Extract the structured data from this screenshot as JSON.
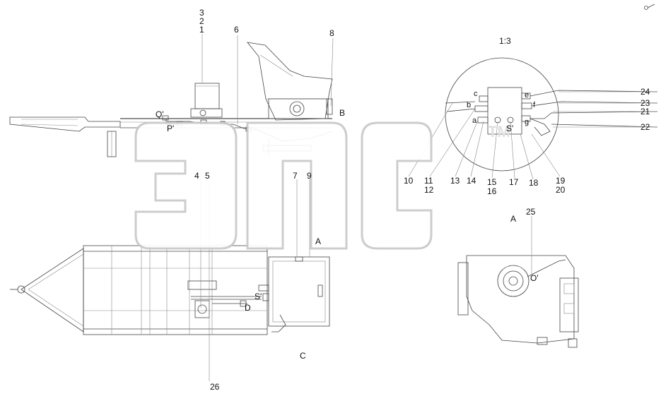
{
  "view_scale": "1:3",
  "callouts": {
    "c1": "1",
    "c2": "2",
    "c3": "3",
    "c4": "4",
    "c5": "5",
    "c6": "6",
    "c7": "7",
    "c8": "8",
    "c9": "9",
    "c10": "10",
    "c11": "11",
    "c12": "12",
    "c13": "13",
    "c14": "14",
    "c15": "15",
    "c16": "16",
    "c17": "17",
    "c18": "18",
    "c19": "19",
    "c20": "20",
    "c21": "21",
    "c22": "22",
    "c23": "23",
    "c24": "24",
    "c25": "25",
    "c26": "26"
  },
  "view_letters": {
    "a_top": "A",
    "a_right": "A",
    "b": "B",
    "c": "C",
    "d": "D"
  },
  "ports": {
    "Q": "Q'",
    "P": "P'",
    "S_main": "S'",
    "S_detail": "S'",
    "O": "O'",
    "a": "a",
    "b": "b",
    "c": "c",
    "e": "e",
    "f": "f",
    "g": "g"
  },
  "watermark": {
    "brand": "ЭПС",
    "sub": "TM"
  }
}
